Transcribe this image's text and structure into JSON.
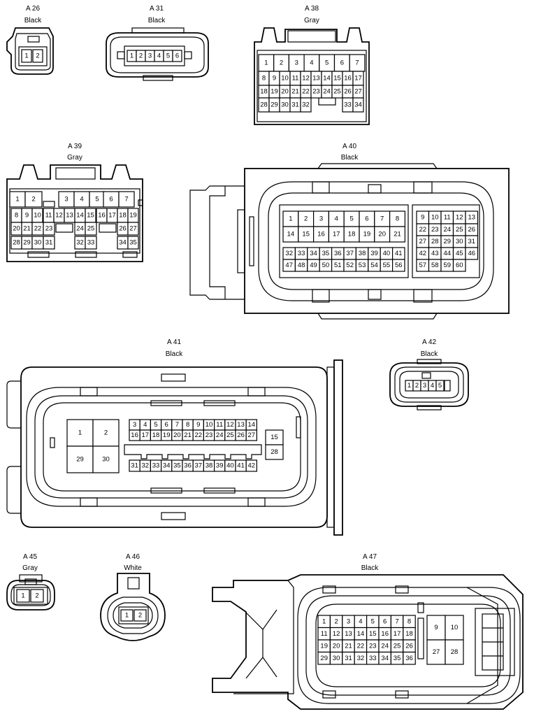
{
  "connectors": [
    {
      "id": "A 26",
      "color": "Black",
      "pins": [
        "1",
        "2"
      ]
    },
    {
      "id": "A 31",
      "color": "Black",
      "pins": [
        "1",
        "2",
        "3",
        "4",
        "5",
        "6"
      ]
    },
    {
      "id": "A 38",
      "color": "Gray",
      "pins": [
        "1",
        "2",
        "3",
        "4",
        "5",
        "6",
        "7",
        "8",
        "9",
        "10",
        "11",
        "12",
        "13",
        "14",
        "15",
        "16",
        "17",
        "18",
        "19",
        "20",
        "21",
        "22",
        "23",
        "24",
        "25",
        "26",
        "27",
        "28",
        "29",
        "30",
        "31",
        "32",
        "33",
        "34"
      ]
    },
    {
      "id": "A 39",
      "color": "Gray",
      "pins": [
        "1",
        "2",
        "3",
        "4",
        "5",
        "6",
        "7",
        "8",
        "9",
        "10",
        "11",
        "12",
        "13",
        "14",
        "15",
        "16",
        "17",
        "18",
        "19",
        "20",
        "21",
        "22",
        "23",
        "24",
        "25",
        "26",
        "27",
        "28",
        "29",
        "30",
        "31",
        "32",
        "33",
        "34",
        "35"
      ]
    },
    {
      "id": "A 40",
      "color": "Black",
      "pins": [
        "1",
        "2",
        "3",
        "4",
        "5",
        "6",
        "7",
        "8",
        "9",
        "10",
        "11",
        "12",
        "13",
        "14",
        "15",
        "16",
        "17",
        "18",
        "19",
        "20",
        "21",
        "22",
        "23",
        "24",
        "25",
        "26",
        "27",
        "28",
        "29",
        "30",
        "31",
        "32",
        "33",
        "34",
        "35",
        "36",
        "37",
        "38",
        "39",
        "40",
        "41",
        "42",
        "43",
        "44",
        "45",
        "46",
        "47",
        "48",
        "49",
        "50",
        "51",
        "52",
        "53",
        "54",
        "55",
        "56",
        "57",
        "58",
        "59",
        "60"
      ]
    },
    {
      "id": "A 41",
      "color": "Black",
      "pins": [
        "1",
        "2",
        "3",
        "4",
        "5",
        "6",
        "7",
        "8",
        "9",
        "10",
        "11",
        "12",
        "13",
        "14",
        "15",
        "16",
        "17",
        "18",
        "19",
        "20",
        "21",
        "22",
        "23",
        "24",
        "25",
        "26",
        "27",
        "28",
        "29",
        "30",
        "31",
        "32",
        "33",
        "34",
        "35",
        "36",
        "37",
        "38",
        "39",
        "40",
        "41",
        "42"
      ]
    },
    {
      "id": "A 42",
      "color": "Black",
      "pins": [
        "1",
        "2",
        "3",
        "4",
        "5"
      ]
    },
    {
      "id": "A 45",
      "color": "Gray",
      "pins": [
        "1",
        "2"
      ]
    },
    {
      "id": "A 46",
      "color": "White",
      "pins": [
        "1",
        "2"
      ]
    },
    {
      "id": "A 47",
      "color": "Black",
      "pins": [
        "1",
        "2",
        "3",
        "4",
        "5",
        "6",
        "7",
        "8",
        "9",
        "10",
        "11",
        "12",
        "13",
        "14",
        "15",
        "16",
        "17",
        "18",
        "19",
        "20",
        "21",
        "22",
        "23",
        "24",
        "25",
        "26",
        "27",
        "28",
        "29",
        "30",
        "31",
        "32",
        "33",
        "34",
        "35",
        "36"
      ]
    }
  ]
}
